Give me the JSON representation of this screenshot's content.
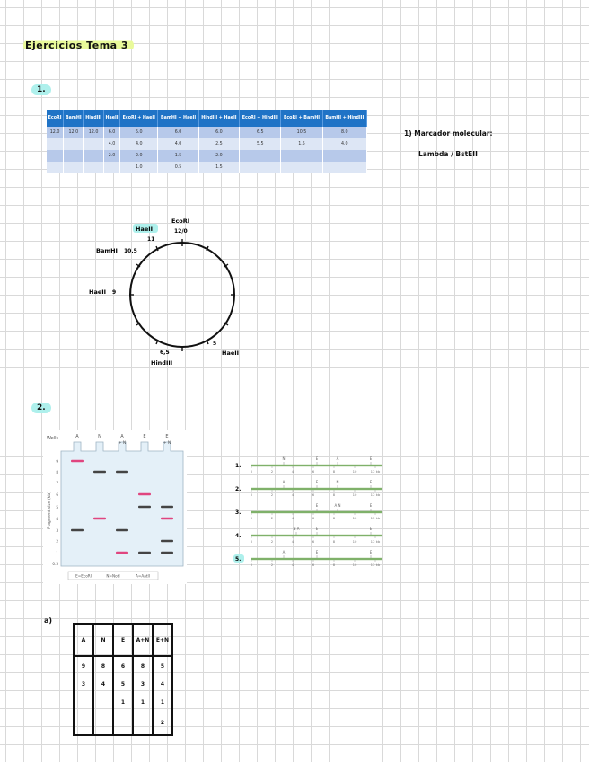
{
  "title": "Ejercicios  Tema  3",
  "section1": {
    "label": "1.",
    "table": {
      "headers": [
        "EcoRI",
        "BamHI",
        "HindIII",
        "HaeII",
        "EcoRI + HaeII",
        "BamHI + HaeII",
        "HindIII + HaeII",
        "EcoRI + HindIII",
        "EcoRI + BamHI",
        "BamHI + HindIII"
      ],
      "rows": [
        [
          "12.0",
          "12.0",
          "12.0",
          "6.0",
          "5.0",
          "6.0",
          "6.0",
          "6.5",
          "10.5",
          "8.0"
        ],
        [
          "",
          "",
          "",
          "4.0",
          "4.0",
          "4.0",
          "2.5",
          "5.5",
          "1.5",
          "4.0"
        ],
        [
          "",
          "",
          "",
          "2.0",
          "2.0",
          "1.5",
          "2.0",
          "",
          "",
          ""
        ],
        [
          "",
          "",
          "",
          "",
          "1.0",
          "0.5",
          "1.5",
          "",
          "",
          ""
        ]
      ]
    },
    "marker_note": {
      "line1": "1) Marcador   molecular:",
      "line2": "Lambda / BstEII"
    },
    "map": {
      "labels": {
        "ecori_name": "EcoRI",
        "ecori_pos": "12/0",
        "haeii_top_name": "HaeII",
        "haeii_top_pos": "11",
        "bamhi_name": "BamHI",
        "bamhi_pos": "10,5",
        "haeii_left_name": "HaeII",
        "haeii_left_pos": "9",
        "hindiii_pos": "6,5",
        "hindiii_name": "HindIII",
        "haeii_bottom_pos": "5",
        "haeii_bottom_name": "HaeII"
      }
    }
  },
  "section2": {
    "label": "2.",
    "gel": {
      "wells_label": "Wells",
      "lanes": [
        {
          "top": "A",
          "sub": ""
        },
        {
          "top": "N",
          "sub": ""
        },
        {
          "top": "A",
          "sub": "+ N"
        },
        {
          "top": "E",
          "sub": ""
        },
        {
          "top": "E",
          "sub": "+ N"
        }
      ],
      "ylabel": "Fragment size (kb)",
      "yticks": [
        "9",
        "8",
        "7",
        "6",
        "5",
        "4",
        "3",
        "2",
        "1",
        "0.5"
      ],
      "legend": [
        "E=EcoRI",
        "N=NotI",
        "A=AatII"
      ]
    },
    "maps": [
      {
        "label": "1.",
        "sites": [
          "N",
          "E",
          "A",
          "E"
        ]
      },
      {
        "label": "2.",
        "sites": [
          "A",
          "E",
          "N",
          "E"
        ]
      },
      {
        "label": "3.",
        "sites": [
          "E",
          "A N",
          "E"
        ]
      },
      {
        "label": "4.",
        "sites": [
          "N A",
          "E",
          "E"
        ]
      },
      {
        "label": "5.",
        "sites": [
          "A",
          "E",
          "E"
        ]
      }
    ],
    "map_ticks": [
      "0",
      "2",
      "4",
      "6",
      "8",
      "10",
      "12 kb"
    ]
  },
  "section3": {
    "label": "a)",
    "table": {
      "headers": [
        "A",
        "N",
        "E",
        "A+N",
        "E+N"
      ],
      "rows": [
        [
          "9",
          "8",
          "6",
          "8",
          "5"
        ],
        [
          "3",
          "4",
          "5",
          "3",
          "4"
        ],
        [
          "",
          "",
          "1",
          "1",
          "1"
        ],
        [
          "",
          "",
          "",
          "",
          "2"
        ]
      ]
    }
  },
  "colors": {
    "title_highlight": "#e9fa9a",
    "tag_highlight": "#aef0ec",
    "table_header": "#1f73c6",
    "band_pink": "#e0457f",
    "band_dark": "#444444",
    "map_green": "#7fb16a"
  }
}
